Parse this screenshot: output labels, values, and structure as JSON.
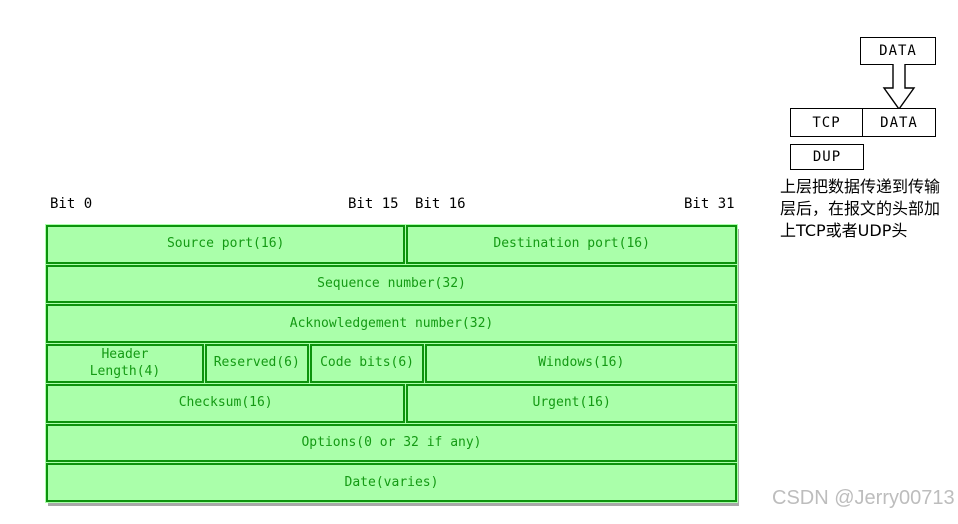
{
  "colors": {
    "cell_bg": "#aaffaa",
    "cell_border": "#0c930c",
    "cell_text": "#149a14",
    "box_border": "#000000",
    "watermark": "#bdbdbd"
  },
  "bit_labels": [
    "Bit 0",
    "Bit 15",
    "Bit 16",
    "Bit 31"
  ],
  "tcp_table": {
    "rows": [
      {
        "cells": [
          "Source port(16)",
          "Destination port(16)"
        ]
      },
      {
        "cells": [
          "Sequence number(32)"
        ]
      },
      {
        "cells": [
          "Acknowledgement number(32)"
        ]
      },
      {
        "cells": [
          "Header Length(4)",
          "Reserved(6)",
          "Code bits(6)",
          "Windows(16)"
        ]
      },
      {
        "cells": [
          "Checksum(16)",
          "Urgent(16)"
        ]
      },
      {
        "cells": [
          "Options(0 or 32 if any)"
        ]
      },
      {
        "cells": [
          "Date(varies)"
        ]
      }
    ]
  },
  "encapsulation": {
    "data_top": "DATA",
    "tcp": "TCP",
    "data_bottom": "DATA",
    "dup": "DUP",
    "caption": "上层把数据传递到传输层后，在报文的头部加上TCP或者UDP头"
  },
  "watermark": "CSDN @Jerry00713"
}
